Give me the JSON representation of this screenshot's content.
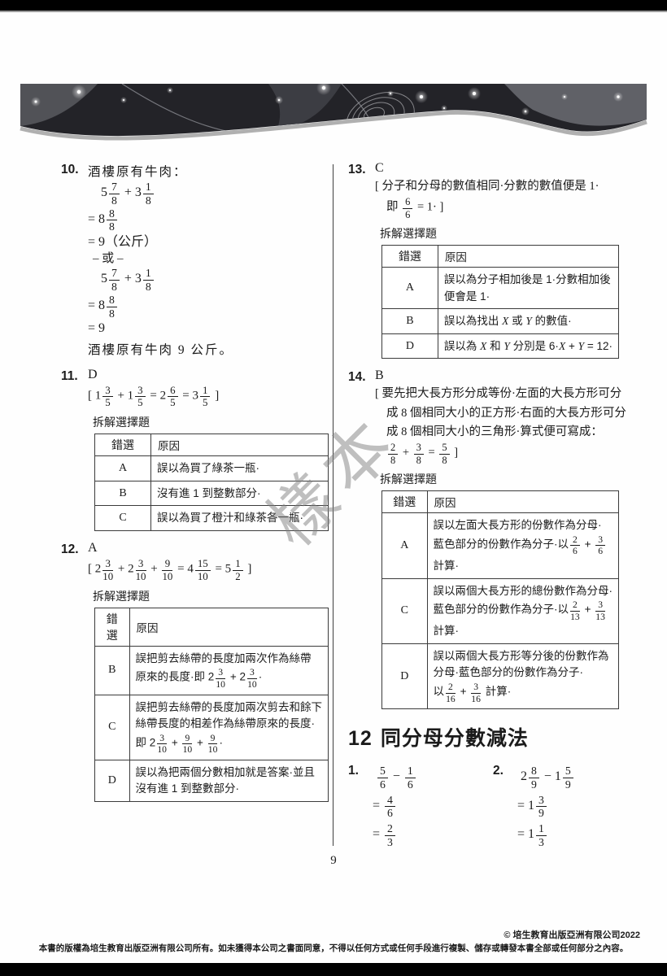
{
  "labels": {
    "breakdown": "拆解選擇題",
    "wrong": "錯選",
    "reason": "原因"
  },
  "watermark": "樣本",
  "page_number": "9",
  "footer": {
    "copyright": "© 培生教育出版亞洲有限公司2022",
    "notice": "本書的版權為培生教育出版亞洲有限公司所有。如未獲得本公司之書面同意，不得以任何方式或任何手段進行複製、儲存或轉發本書全部或任何部分之內容。"
  },
  "left": {
    "q10": {
      "no": "10.",
      "intro": "酒樓原有牛肉：",
      "lines": [
        "5{7/8} + 3{1/8}",
        "= 8{8/8}",
        "= 9（公斤）",
        "– 或 –",
        "5{7/8} + 3{1/8}",
        "= 8{8/8}",
        "= 9"
      ],
      "conclusion": "酒樓原有牛肉 9 公斤。"
    },
    "q11": {
      "no": "11.",
      "ans": "D",
      "working": "[ 1{3/5} + 1{3/5} = 2{6/5} = 3{1/5} ]",
      "rows": [
        {
          "opt": "A",
          "lines": [
            "誤以為買了綠茶一瓶·"
          ]
        },
        {
          "opt": "B",
          "lines": [
            "沒有進 1 到整數部分·"
          ]
        },
        {
          "opt": "C",
          "lines": [
            "誤以為買了橙汁和綠茶各一瓶·"
          ]
        }
      ]
    },
    "q12": {
      "no": "12.",
      "ans": "A",
      "working": "[ 2{3/10} + 2{3/10} + {9/10} = 4{15/10} = 5{1/2} ]",
      "rows": [
        {
          "opt": "B",
          "lines": [
            "誤把剪去絲帶的長度加兩次作為絲帶",
            "原來的長度·即 2{3/10} + 2{3/10}·"
          ]
        },
        {
          "opt": "C",
          "lines": [
            "誤把剪去絲帶的長度加兩次剪去和餘下",
            "絲帶長度的相差作為絲帶原來的長度·",
            "即 2{3/10} + {9/10} + {9/10}·"
          ]
        },
        {
          "opt": "D",
          "lines": [
            "誤以為把兩個分數相加就是答案·並且",
            "沒有進 1 到整數部分·"
          ]
        }
      ]
    }
  },
  "right": {
    "q13": {
      "no": "13.",
      "ans": "C",
      "working_lines": [
        "[ 分子和分母的數值相同·分數的數值便是 1·",
        "即 {6/6} = 1· ]"
      ],
      "rows": [
        {
          "opt": "A",
          "lines": [
            "誤以為分子相加後是 1·分數相加後",
            "便會是 1·"
          ]
        },
        {
          "opt": "B",
          "lines": [
            "誤以為找出 _X_ 或 _Y_ 的數值·"
          ]
        },
        {
          "opt": "D",
          "lines": [
            "誤以為 _X_ 和 _Y_ 分別是 6·_X_ + _Y_ = 12·"
          ]
        }
      ]
    },
    "q14": {
      "no": "14.",
      "ans": "B",
      "working_lines": [
        "[ 要先把大長方形分成等份·左面的大長方形可分",
        "成 8 個相同大小的正方形·右面的大長方形可分",
        "成 8 個相同大小的三角形·算式便可寫成：",
        "{2/8} + {3/8} = {5/8} ]"
      ],
      "rows": [
        {
          "opt": "A",
          "lines": [
            "誤以左面大長方形的份數作為分母·",
            "藍色部分的份數作為分子·以{2/6} + {3/6}",
            "計算·"
          ]
        },
        {
          "opt": "C",
          "lines": [
            "誤以兩個大長方形的總份數作為分母·",
            "藍色部分的份數作為分子·以{2/13} + {3/13}",
            "計算·"
          ]
        },
        {
          "opt": "D",
          "lines": [
            "誤以兩個大長方形等分後的份數作為",
            "分母·藍色部分的份數作為分子·",
            "以{2/16} + {3/16} 計算·"
          ]
        }
      ]
    },
    "section": {
      "number": "12",
      "title": "同分母分數減法",
      "problems": [
        {
          "no": "1.",
          "lines": [
            "{5/6} − {1/6}",
            "= {4/6}",
            "= {2/3}"
          ]
        },
        {
          "no": "2.",
          "lines": [
            "2{8/9} − 1{5/9}",
            "= 1{3/9}",
            "= 1{1/3}"
          ]
        }
      ]
    }
  }
}
